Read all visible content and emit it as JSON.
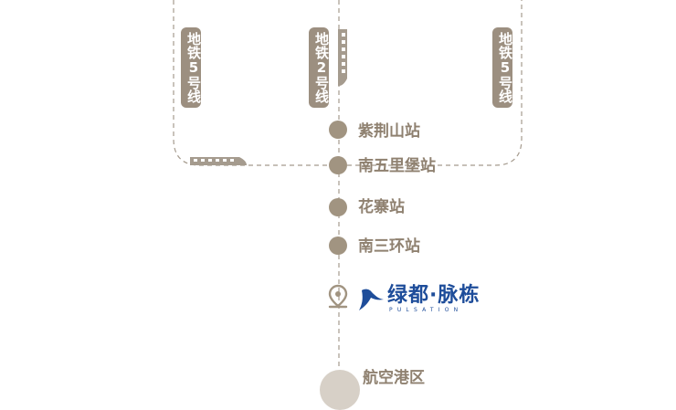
{
  "metro_lines": {
    "line5_left": "地铁5号线",
    "line2": "地铁2号线",
    "line5_right": "地铁5号线"
  },
  "stations": [
    {
      "name": "紫荆山站"
    },
    {
      "name": "南五里堡站"
    },
    {
      "name": "花寨站"
    },
    {
      "name": "南三环站"
    }
  ],
  "project": {
    "name_cn": "绿都·脉栋",
    "name_en": "PULSATION"
  },
  "destination": {
    "name": "航空港区"
  },
  "colors": {
    "line": "#a59b8e",
    "pill": "#9c8f80",
    "station": "#a19481",
    "label": "#8f8170",
    "brand": "#1e4d9a",
    "destination_circle": "#d7d0c7"
  },
  "icons": [
    "train-icon",
    "location-pin-icon",
    "bird-logo-icon"
  ]
}
